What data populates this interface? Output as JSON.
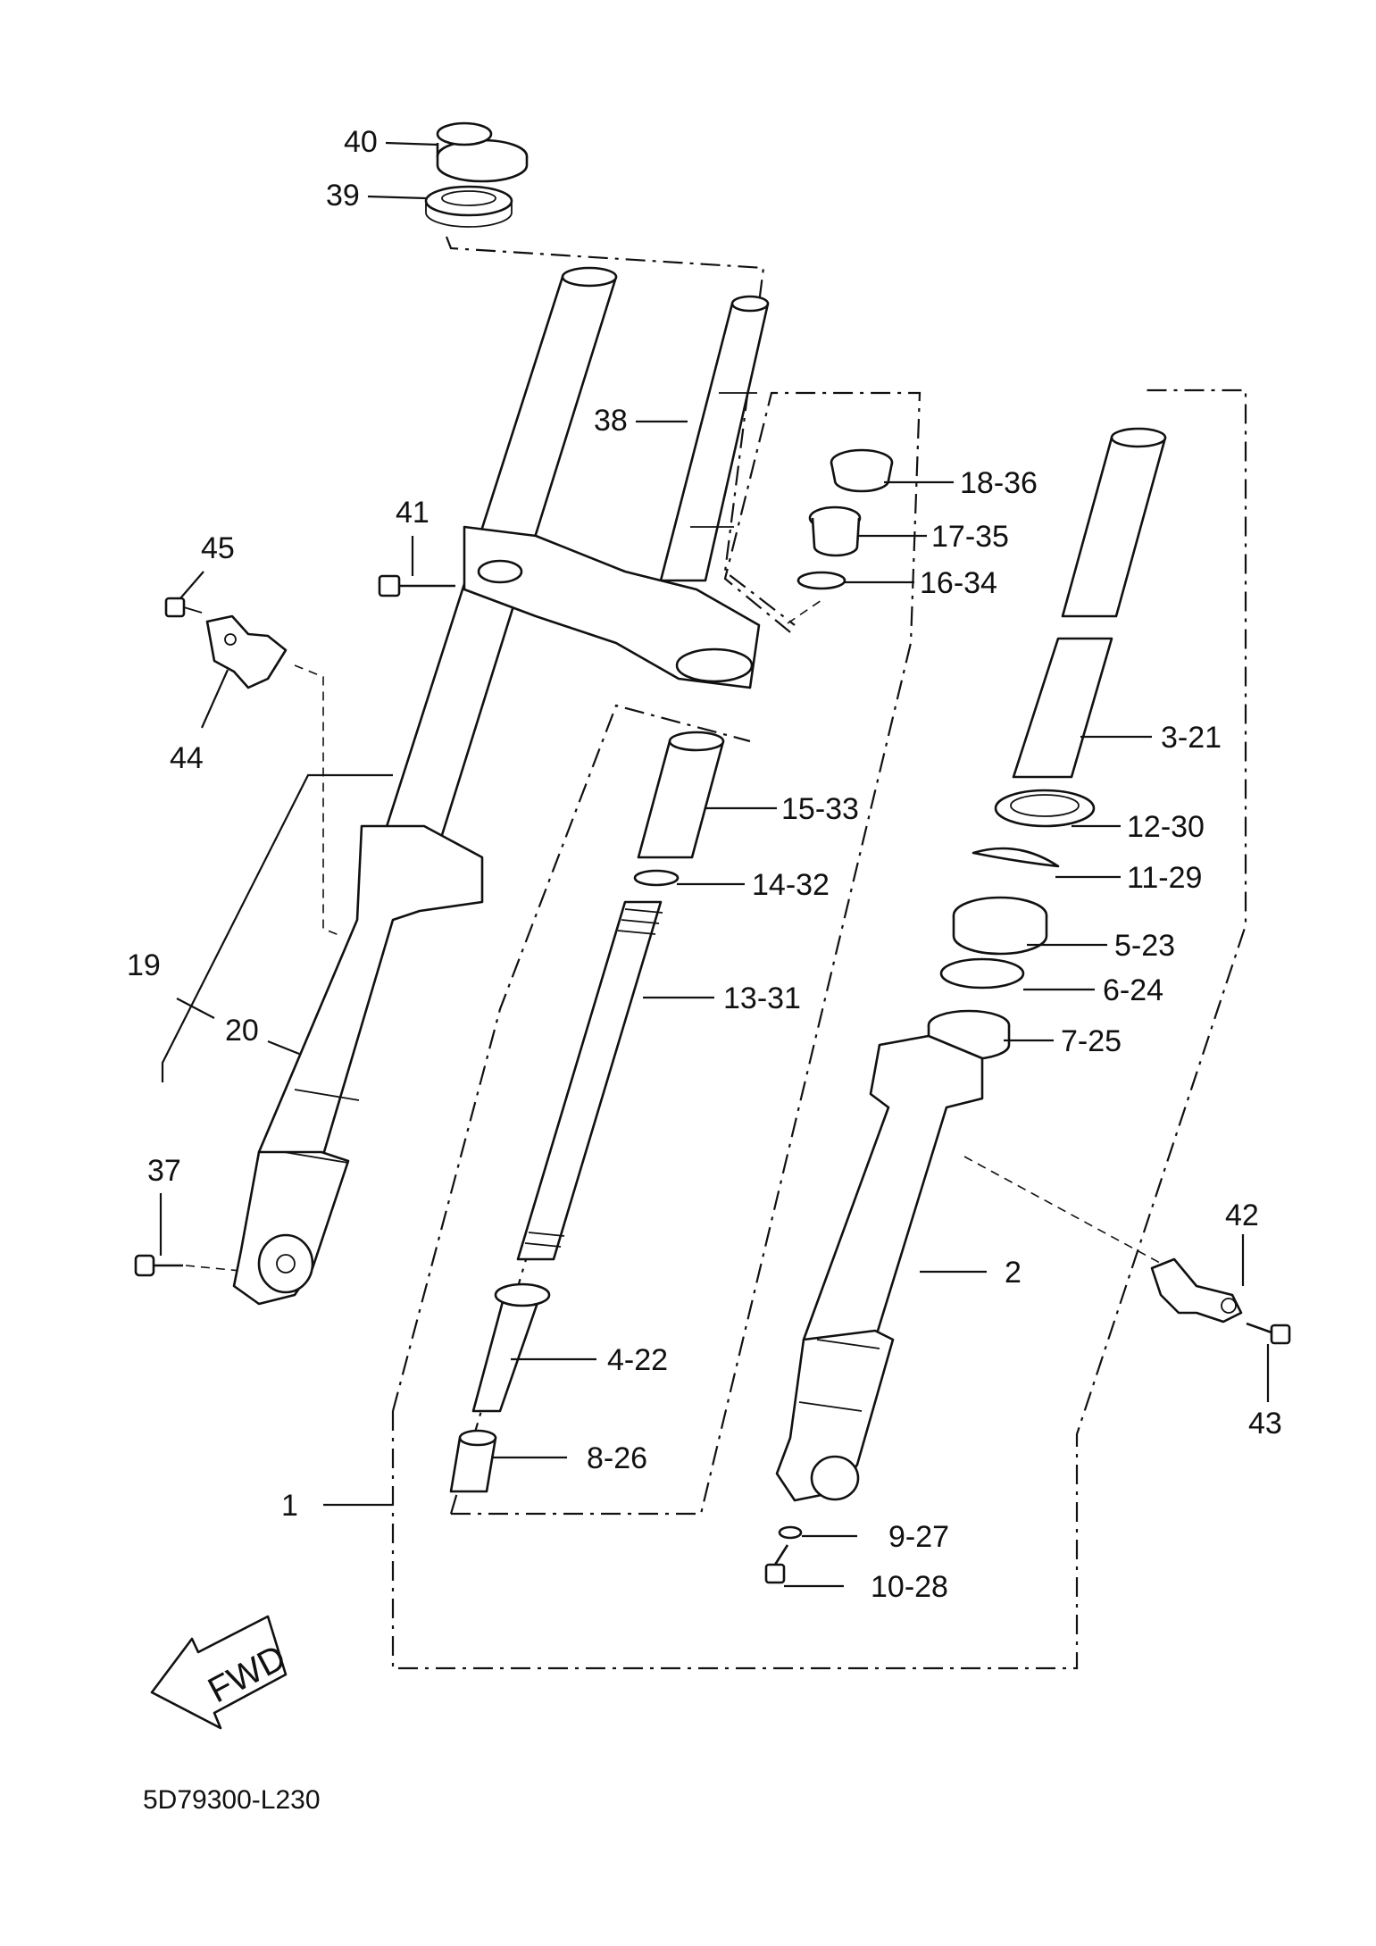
{
  "diagram": {
    "code": "5D79300-L230",
    "fwd_label": "FWD",
    "labels": [
      {
        "id": "40",
        "text": "40"
      },
      {
        "id": "39",
        "text": "39"
      },
      {
        "id": "38",
        "text": "38"
      },
      {
        "id": "41",
        "text": "41"
      },
      {
        "id": "45",
        "text": "45"
      },
      {
        "id": "44",
        "text": "44"
      },
      {
        "id": "19",
        "text": "19"
      },
      {
        "id": "20",
        "text": "20"
      },
      {
        "id": "37",
        "text": "37"
      },
      {
        "id": "1",
        "text": "1"
      },
      {
        "id": "18-36",
        "text": "18-36"
      },
      {
        "id": "17-35",
        "text": "17-35"
      },
      {
        "id": "16-34",
        "text": "16-34"
      },
      {
        "id": "3-21",
        "text": "3-21"
      },
      {
        "id": "15-33",
        "text": "15-33"
      },
      {
        "id": "12-30",
        "text": "12-30"
      },
      {
        "id": "14-32",
        "text": "14-32"
      },
      {
        "id": "11-29",
        "text": "11-29"
      },
      {
        "id": "5-23",
        "text": "5-23"
      },
      {
        "id": "13-31",
        "text": "13-31"
      },
      {
        "id": "6-24",
        "text": "6-24"
      },
      {
        "id": "7-25",
        "text": "7-25"
      },
      {
        "id": "2",
        "text": "2"
      },
      {
        "id": "42",
        "text": "42"
      },
      {
        "id": "43",
        "text": "43"
      },
      {
        "id": "4-22",
        "text": "4-22"
      },
      {
        "id": "8-26",
        "text": "8-26"
      },
      {
        "id": "9-27",
        "text": "9-27"
      },
      {
        "id": "10-28",
        "text": "10-28"
      }
    ]
  }
}
